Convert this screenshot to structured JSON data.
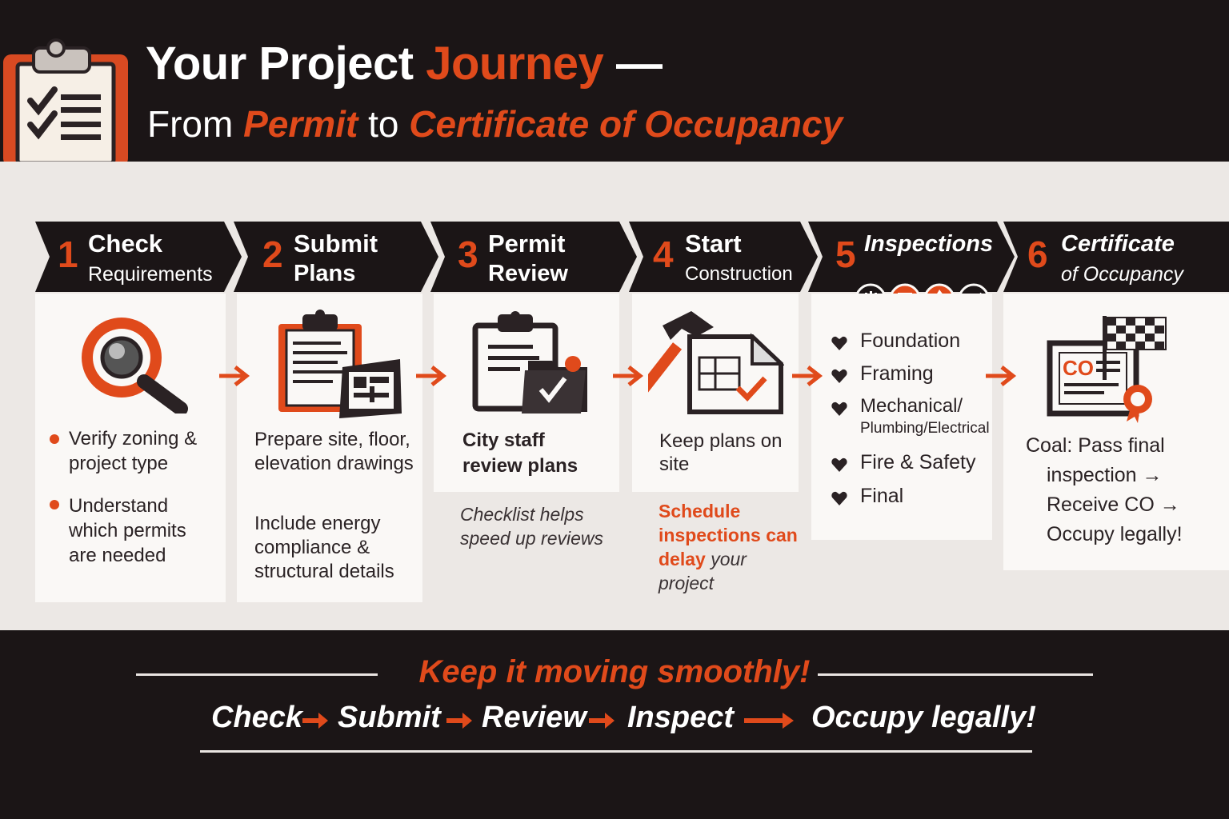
{
  "header": {
    "title_line1_a": "Your Project",
    "title_line1_b": "Journey",
    "title_line1_c": "—",
    "title_line2_a": "From",
    "title_line2_b": "Permit",
    "title_line2_c": "to",
    "title_line2_d": "Certificate of Occupancy"
  },
  "steps": [
    {
      "num": "1",
      "title": "Check",
      "subtitle": "Requirements",
      "bullets": [
        "Verify zoning & project type",
        "Understand which permits are needed"
      ]
    },
    {
      "num": "2",
      "title": "Submit",
      "subtitle": "Plans",
      "lines": [
        "Prepare site, floor, elevation drawings",
        "Include energy compliance & structural details"
      ]
    },
    {
      "num": "3",
      "title": "Permit",
      "subtitle": "Review",
      "lines": [
        "City staff review plans"
      ],
      "note": "Checklist helps speed up reviews"
    },
    {
      "num": "4",
      "title": "Start",
      "subtitle": "Construction",
      "lines": [
        "Keep plans on site"
      ],
      "note_orange": "Schedule inspections can delay",
      "note_rest": "your project"
    },
    {
      "num": "5",
      "title": "Inspections",
      "items": [
        "Foundation",
        "Framing",
        "Mechanical/",
        "Plumbing/Electrical",
        "Fire & Safety",
        "Final"
      ]
    },
    {
      "num": "6",
      "title": "Certificate",
      "subtitle": "of Occupancy",
      "lines": [
        "Coal: Pass final",
        "inspection →",
        "Receive CO →",
        "Occupy legally!"
      ],
      "badge": "CO"
    }
  ],
  "footer": {
    "slogan": "Keep it moving smoothly!",
    "flow": [
      "Check",
      "Submit",
      "Review",
      "Inspect",
      "Occupy legally!"
    ]
  },
  "icons": [
    "clipboard-checklist-icon",
    "magnifier-icon",
    "plans-clipboard-icon",
    "review-folder-icon",
    "hammer-blueprint-icon",
    "certificate-flag-icon"
  ],
  "colors": {
    "accent": "#e04a1b",
    "dark": "#1b1516",
    "band": "#ece8e5",
    "card": "#faf8f6"
  }
}
